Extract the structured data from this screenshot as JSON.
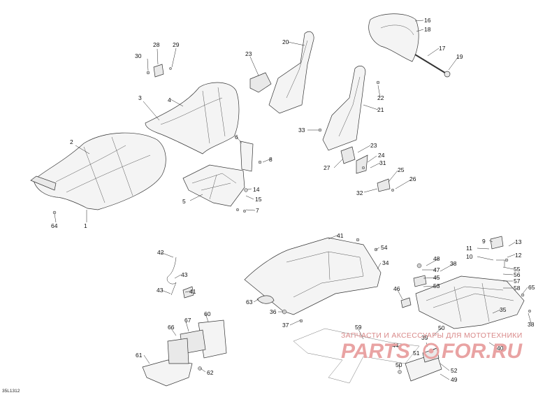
{
  "diagram": {
    "code": "35L1312",
    "callouts": [
      "1",
      "2",
      "3",
      "4",
      "5",
      "6",
      "7",
      "8",
      "9",
      "10",
      "11",
      "12",
      "13",
      "14",
      "15",
      "16",
      "17",
      "18",
      "19",
      "20",
      "21",
      "22",
      "23",
      "24",
      "25",
      "26",
      "27",
      "28",
      "29",
      "30",
      "31",
      "32",
      "33",
      "34",
      "35",
      "36",
      "37",
      "38",
      "39",
      "40",
      "41",
      "42",
      "43",
      "44",
      "45",
      "46",
      "47",
      "48",
      "49",
      "50",
      "51",
      "52",
      "53",
      "54",
      "55",
      "56",
      "57",
      "58",
      "59",
      "60",
      "61",
      "62",
      "63",
      "64",
      "65",
      "66",
      "67"
    ]
  },
  "watermark": {
    "line1": "ЗАПЧАСТИ И АКСЕССУАРЫ ДЛЯ МОТОТЕХНИКИ",
    "brand_left": "PARTS",
    "brand_right": "FOR.RU"
  }
}
